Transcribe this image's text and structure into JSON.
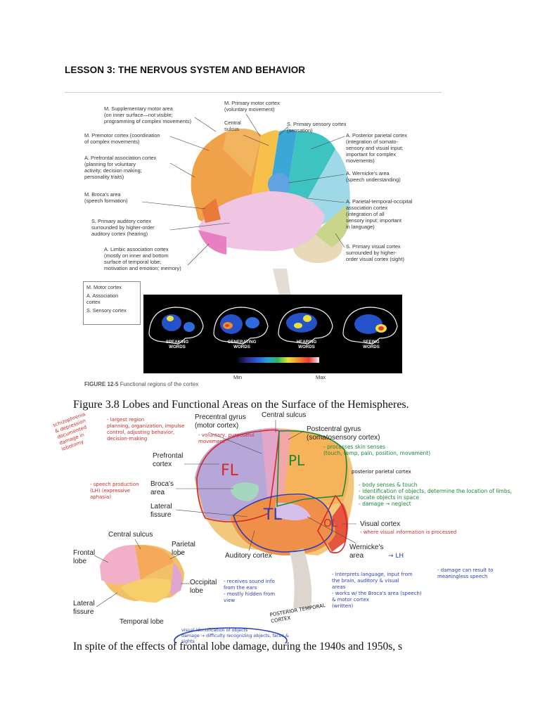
{
  "lesson_title": "LESSON 3: THE NERVOUS SYSTEM AND BEHAVIOR",
  "figure1": {
    "labels_left": [
      "M. Supplementary motor area\n(on inner surface—not visible;\nprogramming of complex movements)",
      "M. Premotor cortex (coordination\nof complex movements)",
      "A. Prefrontal association cortex\n(planning for voluntary\nactivity; decision making;\npersonality traits)",
      "M. Broca's area\n(speech formation)",
      "S. Primary auditory cortex\nsurrounded by higher-order\nauditory cortex (hearing)",
      "A. Limbic association cortex\n(mostly on inner and bottom\nsurface of temporal lobe;\nmotivation and emotion; memory)"
    ],
    "labels_top": [
      "M. Primary motor cortex\n(voluntary movement)",
      "Central\nsulcus",
      "S. Primary sensory cortex\n(sensation)"
    ],
    "labels_right": [
      "A. Posterior parietal cortex\n(integration of somato-\nsensory and visual input;\nimportant for complex\nmovements)",
      "A. Wernicke's area\n(speech understanding)",
      "A. Parietal-temporal-occipital\nassociation cortex\n(integration of all\nsensory input; important\nin language)",
      "S. Primary visual cortex\nsurrounded by higher-\norder visual cortex (sight)"
    ],
    "legend": [
      "M. Motor cortex",
      "A. Association\ncortex",
      "S. Sensory cortex"
    ],
    "pet_captions": [
      "SPEAKING\nWORDS",
      "GENERATING\nWORDS",
      "HEARING\nWORDS",
      "SEEING\nWORDS"
    ],
    "scale_min": "Min",
    "scale_max": "Max",
    "caption_fig": "FIGURE 12-5",
    "caption_text": "Functional regions of the cortex"
  },
  "figure38_title": "Figure 3.8 Lobes and Functional Areas on the Surface of the Hemispheres.",
  "figure2": {
    "labels": {
      "precentral": "Precentral gyrus\n(motor cortex)",
      "central_sulcus": "Central sulcus",
      "postcentral": "Postcentral gyrus\n(somatosensory cortex)",
      "prefrontal": "Prefrontal\ncortex",
      "brocas": "Broca's\narea",
      "lateral_fissure": "Lateral\nfissure",
      "visual_cortex": "Visual cortex",
      "wernickes": "Wernicke's\narea",
      "auditory_cortex": "Auditory cortex",
      "small_central_sulcus": "Central sulcus",
      "parietal_lobe": "Parietal\nlobe",
      "frontal_lobe": "Frontal\nlobe",
      "occipital_lobe": "Occipital\nlobe",
      "lateral_fissure2": "Lateral\nfissure",
      "temporal_lobe": "Temporal lobe"
    },
    "lobe_marks": [
      "FL",
      "PL",
      "TL",
      "OL"
    ],
    "handwritten": {
      "schizo": "schizophrenia\n& depression\ndocumented\ndamage in\nlobotomy",
      "largest": "- largest region\nplanning, organization, impulse\ncontrol, adjusting behavior,\ndecision-making",
      "voluntary": "- voluntary, purposeful\nmovement",
      "speech": "- speech production\n(LH) (expressive\naphasia)",
      "processes": "- processes skin senses\n(touch, temp, pain, position, movement)",
      "posterior_parietal": "posterior parietal cortex",
      "body_sense": "- body senses & touch\n- identification of objects, determine the location of limbs,\n  locate objects in space\n- damage → neglect",
      "visual": "- where visual information is processed",
      "lh": "→ LH",
      "damage_speech": "- damage can result to\nmeaningless speech",
      "wern_notes": "- interprets language, input from\nthe brain, auditory & visual\nareas\n- works w/ the Broca's area (speech)\n& motor cortex\n(written)",
      "auditory_notes": "- receives sound info\nfrom the ears\n- mostly hidden from\nview",
      "post_temporal": "POSTERIOR TEMPORAL\nCORTEX",
      "oval": "visual identification of objects\ndamage → difficulty recognizing objects, faces & sights"
    }
  },
  "body_text": "In spite of the effects of frontal lobe damage, during the 1940s and 1950s, s"
}
